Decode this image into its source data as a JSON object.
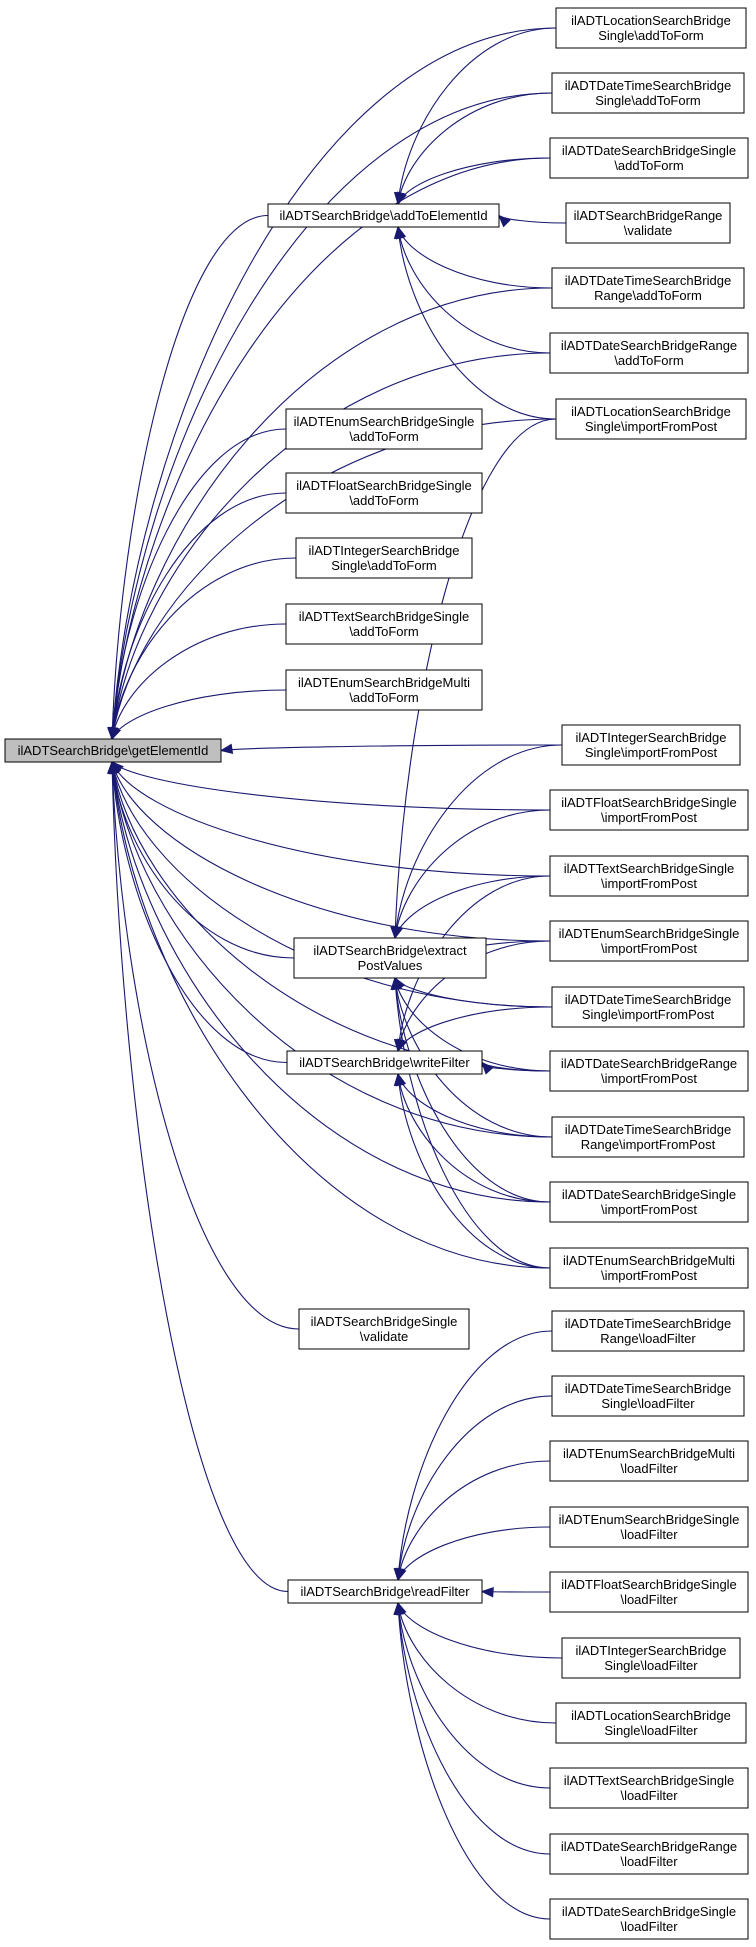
{
  "graph": {
    "edge_color": "#191970",
    "root_fill": "#bfbfbf",
    "nodes": [
      {
        "id": "getElementId",
        "lines": [
          "ilADTSearchBridge\\getElementId"
        ],
        "root": true
      },
      {
        "id": "addToElementId",
        "lines": [
          "ilADTSearchBridge\\addToElementId"
        ]
      },
      {
        "id": "extractPostValues",
        "lines": [
          "ilADTSearchBridge\\extract",
          "PostValues"
        ]
      },
      {
        "id": "writeFilter",
        "lines": [
          "ilADTSearchBridge\\writeFilter"
        ]
      },
      {
        "id": "readFilter",
        "lines": [
          "ilADTSearchBridge\\readFilter"
        ]
      },
      {
        "id": "enumSingleAdd",
        "lines": [
          "ilADTEnumSearchBridgeSingle",
          "\\addToForm"
        ]
      },
      {
        "id": "floatSingleAdd",
        "lines": [
          "ilADTFloatSearchBridgeSingle",
          "\\addToForm"
        ]
      },
      {
        "id": "integerSingleAdd",
        "lines": [
          "ilADTIntegerSearchBridge",
          "Single\\addToForm"
        ]
      },
      {
        "id": "textSingleAdd",
        "lines": [
          "ilADTTextSearchBridgeSingle",
          "\\addToForm"
        ]
      },
      {
        "id": "enumMultiAdd",
        "lines": [
          "ilADTEnumSearchBridgeMulti",
          "\\addToForm"
        ]
      },
      {
        "id": "bridgeSingleValidate",
        "lines": [
          "ilADTSearchBridgeSingle",
          "\\validate"
        ]
      },
      {
        "id": "locSingleAdd",
        "lines": [
          "ilADTLocationSearchBridge",
          "Single\\addToForm"
        ]
      },
      {
        "id": "dtSingleAdd",
        "lines": [
          "ilADTDateTimeSearchBridge",
          "Single\\addToForm"
        ]
      },
      {
        "id": "dSingleAdd",
        "lines": [
          "ilADTDateSearchBridgeSingle",
          "\\addToForm"
        ]
      },
      {
        "id": "rangeValidate",
        "lines": [
          "ilADTSearchBridgeRange",
          "\\validate"
        ]
      },
      {
        "id": "dtRangeAdd",
        "lines": [
          "ilADTDateTimeSearchBridge",
          "Range\\addToForm"
        ]
      },
      {
        "id": "dRangeAdd",
        "lines": [
          "ilADTDateSearchBridgeRange",
          "\\addToForm"
        ]
      },
      {
        "id": "locSingleImport",
        "lines": [
          "ilADTLocationSearchBridge",
          "Single\\importFromPost"
        ]
      },
      {
        "id": "intSingleImport",
        "lines": [
          "ilADTIntegerSearchBridge",
          "Single\\importFromPost"
        ]
      },
      {
        "id": "floatSingleImport",
        "lines": [
          "ilADTFloatSearchBridgeSingle",
          "\\importFromPost"
        ]
      },
      {
        "id": "textSingleImport",
        "lines": [
          "ilADTTextSearchBridgeSingle",
          "\\importFromPost"
        ]
      },
      {
        "id": "enumSingleImport",
        "lines": [
          "ilADTEnumSearchBridgeSingle",
          "\\importFromPost"
        ]
      },
      {
        "id": "dtSingleImport",
        "lines": [
          "ilADTDateTimeSearchBridge",
          "Single\\importFromPost"
        ]
      },
      {
        "id": "dRangeImport",
        "lines": [
          "ilADTDateSearchBridgeRange",
          "\\importFromPost"
        ]
      },
      {
        "id": "dtRangeImport",
        "lines": [
          "ilADTDateTimeSearchBridge",
          "Range\\importFromPost"
        ]
      },
      {
        "id": "dSingleImport",
        "lines": [
          "ilADTDateSearchBridgeSingle",
          "\\importFromPost"
        ]
      },
      {
        "id": "enumMultiImport",
        "lines": [
          "ilADTEnumSearchBridgeMulti",
          "\\importFromPost"
        ]
      },
      {
        "id": "dtRangeLoad",
        "lines": [
          "ilADTDateTimeSearchBridge",
          "Range\\loadFilter"
        ]
      },
      {
        "id": "dtSingleLoad",
        "lines": [
          "ilADTDateTimeSearchBridge",
          "Single\\loadFilter"
        ]
      },
      {
        "id": "enumMultiLoad",
        "lines": [
          "ilADTEnumSearchBridgeMulti",
          "\\loadFilter"
        ]
      },
      {
        "id": "enumSingleLoad",
        "lines": [
          "ilADTEnumSearchBridgeSingle",
          "\\loadFilter"
        ]
      },
      {
        "id": "floatSingleLoad",
        "lines": [
          "ilADTFloatSearchBridgeSingle",
          "\\loadFilter"
        ]
      },
      {
        "id": "intSingleLoad",
        "lines": [
          "ilADTIntegerSearchBridge",
          "Single\\loadFilter"
        ]
      },
      {
        "id": "locSingleLoad",
        "lines": [
          "ilADTLocationSearchBridge",
          "Single\\loadFilter"
        ]
      },
      {
        "id": "textSingleLoad",
        "lines": [
          "ilADTTextSearchBridgeSingle",
          "\\loadFilter"
        ]
      },
      {
        "id": "dRangeLoad",
        "lines": [
          "ilADTDateSearchBridgeRange",
          "\\loadFilter"
        ]
      },
      {
        "id": "dSingleLoad",
        "lines": [
          "ilADTDateSearchBridgeSingle",
          "\\loadFilter"
        ]
      }
    ],
    "edges": [
      [
        "locSingleAdd",
        "getElementId"
      ],
      [
        "dtSingleAdd",
        "getElementId"
      ],
      [
        "dSingleAdd",
        "getElementId"
      ],
      [
        "dtRangeAdd",
        "getElementId"
      ],
      [
        "dRangeAdd",
        "getElementId"
      ],
      [
        "locSingleImport",
        "getElementId"
      ],
      [
        "addToElementId",
        "getElementId"
      ],
      [
        "enumSingleAdd",
        "getElementId"
      ],
      [
        "floatSingleAdd",
        "getElementId"
      ],
      [
        "integerSingleAdd",
        "getElementId"
      ],
      [
        "textSingleAdd",
        "getElementId"
      ],
      [
        "enumMultiAdd",
        "getElementId"
      ],
      [
        "intSingleImport",
        "getElementId"
      ],
      [
        "floatSingleImport",
        "getElementId"
      ],
      [
        "textSingleImport",
        "getElementId"
      ],
      [
        "enumSingleImport",
        "getElementId"
      ],
      [
        "extractPostValues",
        "getElementId"
      ],
      [
        "dtSingleImport",
        "getElementId"
      ],
      [
        "writeFilter",
        "getElementId"
      ],
      [
        "dRangeImport",
        "getElementId"
      ],
      [
        "dtRangeImport",
        "getElementId"
      ],
      [
        "dSingleImport",
        "getElementId"
      ],
      [
        "enumMultiImport",
        "getElementId"
      ],
      [
        "bridgeSingleValidate",
        "getElementId"
      ],
      [
        "readFilter",
        "getElementId"
      ],
      [
        "locSingleAdd",
        "addToElementId"
      ],
      [
        "dtSingleAdd",
        "addToElementId"
      ],
      [
        "dSingleAdd",
        "addToElementId"
      ],
      [
        "rangeValidate",
        "addToElementId"
      ],
      [
        "dtRangeAdd",
        "addToElementId"
      ],
      [
        "dRangeAdd",
        "addToElementId"
      ],
      [
        "locSingleImport",
        "addToElementId"
      ],
      [
        "locSingleImport",
        "extractPostValues"
      ],
      [
        "intSingleImport",
        "extractPostValues"
      ],
      [
        "floatSingleImport",
        "extractPostValues"
      ],
      [
        "textSingleImport",
        "extractPostValues"
      ],
      [
        "enumSingleImport",
        "extractPostValues"
      ],
      [
        "dtSingleImport",
        "extractPostValues"
      ],
      [
        "dRangeImport",
        "extractPostValues"
      ],
      [
        "dtRangeImport",
        "extractPostValues"
      ],
      [
        "dSingleImport",
        "extractPostValues"
      ],
      [
        "enumMultiImport",
        "extractPostValues"
      ],
      [
        "textSingleImport",
        "writeFilter"
      ],
      [
        "enumSingleImport",
        "writeFilter"
      ],
      [
        "dtSingleImport",
        "writeFilter"
      ],
      [
        "dRangeImport",
        "writeFilter"
      ],
      [
        "dtRangeImport",
        "writeFilter"
      ],
      [
        "dSingleImport",
        "writeFilter"
      ],
      [
        "enumMultiImport",
        "writeFilter"
      ],
      [
        "dtRangeLoad",
        "readFilter"
      ],
      [
        "dtSingleLoad",
        "readFilter"
      ],
      [
        "enumMultiLoad",
        "readFilter"
      ],
      [
        "enumSingleLoad",
        "readFilter"
      ],
      [
        "floatSingleLoad",
        "readFilter"
      ],
      [
        "intSingleLoad",
        "readFilter"
      ],
      [
        "locSingleLoad",
        "readFilter"
      ],
      [
        "textSingleLoad",
        "readFilter"
      ],
      [
        "dRangeLoad",
        "readFilter"
      ],
      [
        "dSingleLoad",
        "readFilter"
      ]
    ]
  }
}
